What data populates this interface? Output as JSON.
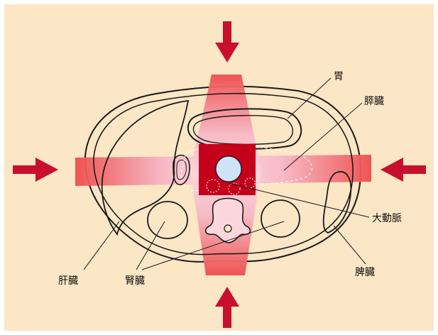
{
  "labels": {
    "stomach": "胃",
    "pancreas": "膵臓",
    "aorta": "大動脈",
    "liver": "肝臓",
    "kidney": "腎臓",
    "spleen": "脾臓"
  },
  "colors": {
    "background": "#fbe6c6",
    "beam_core": "#c4001a",
    "beam_edge": "#ef5b5b",
    "beam_fade": "#f7cbd3",
    "arrow": "#c8102e",
    "aorta": "#cfe3f7",
    "outline": "#1a1a1a"
  },
  "arrows": [
    "arrow-down-icon",
    "arrow-up-icon",
    "arrow-right-icon",
    "arrow-left-icon"
  ]
}
